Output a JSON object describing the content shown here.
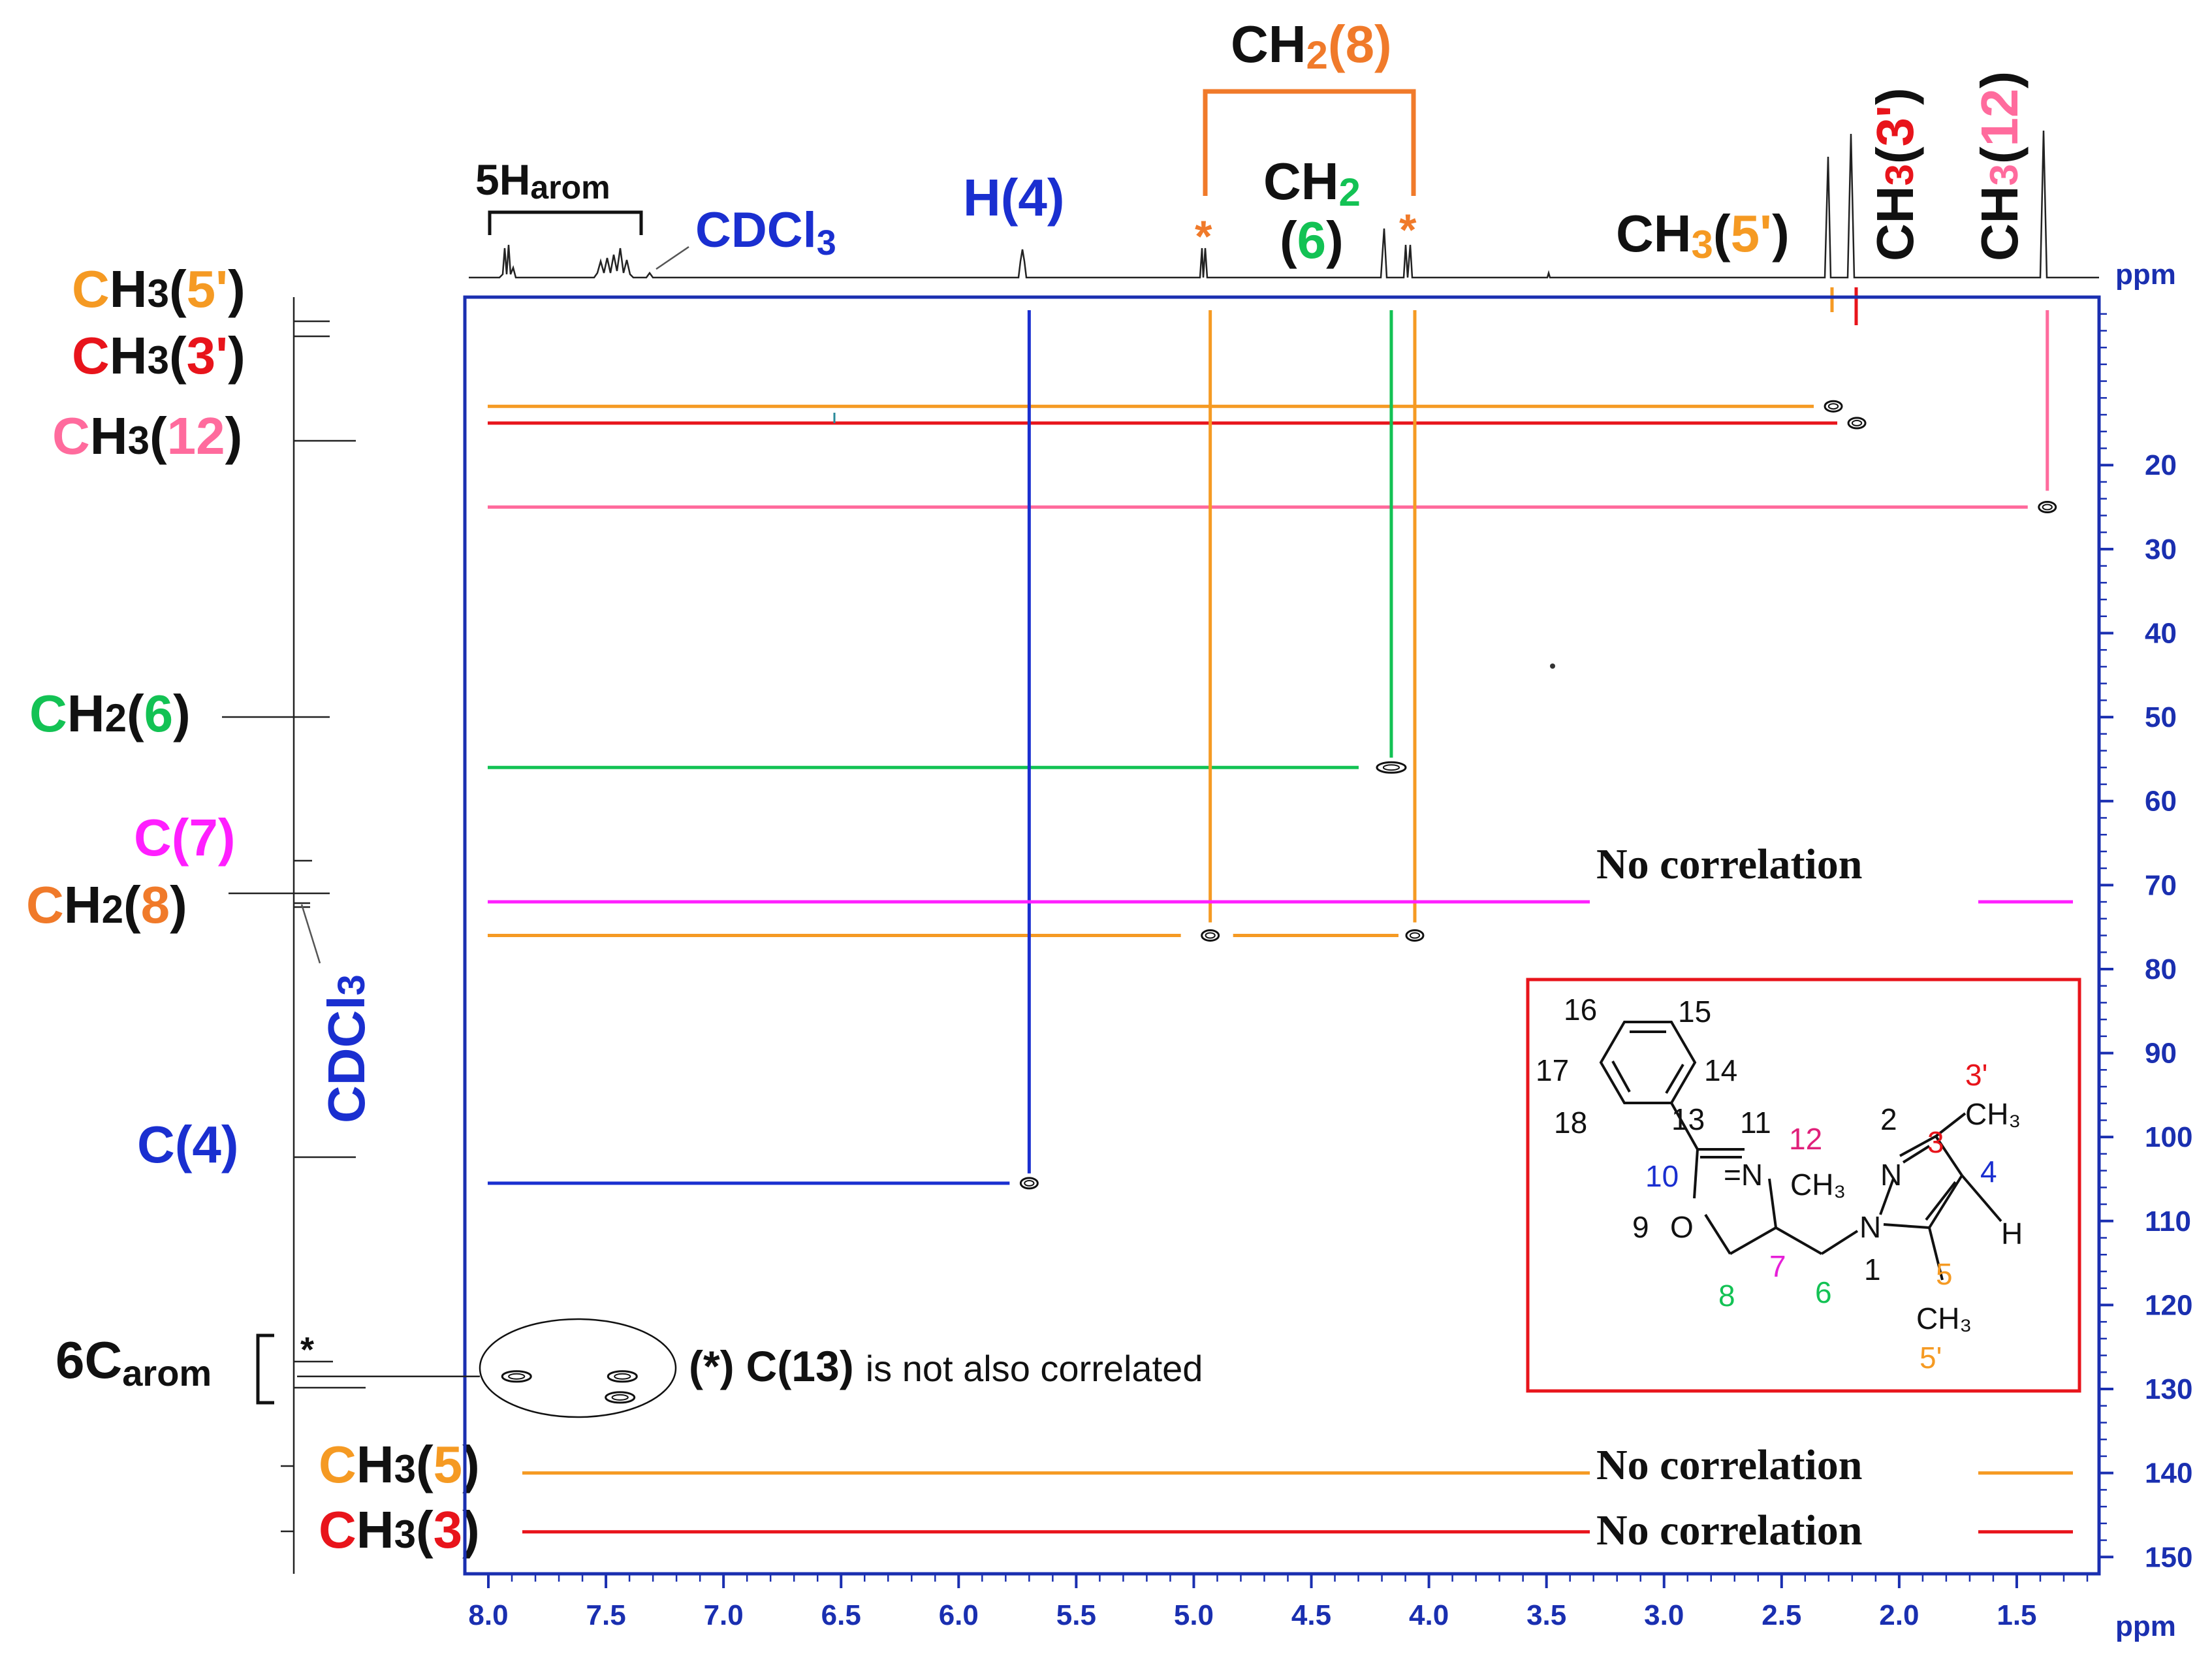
{
  "chart_data": {
    "type": "scatter",
    "x_unit": "ppm",
    "y_unit": "ppm",
    "xlim": [
      8.1,
      1.15
    ],
    "ylim": [
      0,
      152
    ],
    "x_ticks": [
      "8.0",
      "7.5",
      "7.0",
      "6.5",
      "6.0",
      "5.5",
      "5.0",
      "4.5",
      "4.0",
      "3.5",
      "3.0",
      "2.5",
      "2.0",
      "1.5"
    ],
    "y_ticks": [
      "20",
      "30",
      "40",
      "50",
      "60",
      "70",
      "80",
      "90",
      "100",
      "110",
      "120",
      "130",
      "140",
      "150"
    ],
    "top_labels": {
      "harom_main": "5H",
      "harom_sub": "arom",
      "cdcl3_h": "CDCl",
      "cdcl3_h_sub": "3",
      "h4": "H(4)",
      "ch2_8": "CH",
      "ch2_8_sub": "2",
      "ch2_8_num": "(8)",
      "ch2_6_line1": "CH",
      "ch2_6_sub": "2",
      "ch2_6_line2": "(6)",
      "ch3_5p": "CH",
      "ch3_5p_sub": "3",
      "ch3_5p_num": "(5')",
      "ch3_3p_vert": "CH₃(3')",
      "ch3_12_vert": "CH₃(12)",
      "star": "*"
    },
    "left_labels": {
      "ch3_5p": "CH₃(5')",
      "ch3_3p": "CH₃(3')",
      "ch3_12": "CH₃(12)",
      "ch2_6": "CH₂(6)",
      "c7": "C(7)",
      "ch2_8": "CH₂(8)",
      "cdcl3_c": "CDCl₃",
      "c4": "C(4)",
      "c_arom_main": "6C",
      "c_arom_sub": "arom",
      "ch3_5": "CH₃(5)",
      "ch3_3": "CH₃(3)",
      "star": "*"
    },
    "no_correlation": "No correlation",
    "note_star": "(*)",
    "note_bold": "C(13)",
    "note_rest": "is not also correlated",
    "correlations": [
      {
        "h": 2.28,
        "c": 13,
        "name": "CH3(5')",
        "color": "#f59a23"
      },
      {
        "h": 2.18,
        "c": 15,
        "name": "CH3(3')",
        "color": "#e8141b"
      },
      {
        "h": 1.37,
        "c": 25,
        "name": "CH3(12)",
        "color": "#ff6b9d"
      },
      {
        "h": 4.16,
        "c": 56,
        "name": "CH2(6)",
        "color": "#13c254"
      },
      {
        "h": 4.93,
        "c": 76,
        "name": "CH2(8)",
        "color": "#f59a23"
      },
      {
        "h": 4.06,
        "c": 76,
        "name": "CH2(8)",
        "color": "#f59a23"
      },
      {
        "h": 5.7,
        "c": 105.5,
        "name": "C(4)",
        "color": "#1a2fd0"
      },
      {
        "h": 7.88,
        "c": 128.5,
        "name": "Carom",
        "color": "#000000"
      },
      {
        "h": 7.43,
        "c": 128.5,
        "name": "Carom",
        "color": "#000000"
      },
      {
        "h": 7.44,
        "c": 131,
        "name": "Carom",
        "color": "#000000"
      }
    ],
    "no_correlation_rows": [
      {
        "c": 72,
        "name": "C(7)",
        "color": "#ff1fff"
      },
      {
        "c": 140,
        "name": "CH3(5)",
        "color": "#f59a23"
      },
      {
        "c": 147,
        "name": "CH3(3)",
        "color": "#e8141b"
      }
    ],
    "colors": {
      "orange": "#f59a23",
      "red": "#e8141b",
      "pink": "#ff6b9d",
      "green": "#13c254",
      "magenta": "#ff1fff",
      "blue": "#1a2fd0",
      "axis": "#1a2fb0",
      "box": "#e8141b"
    },
    "molecule": {
      "n16": "16",
      "n15": "15",
      "n17": "17",
      "n14": "14",
      "n18": "18",
      "n13": "13",
      "n11": "11",
      "n12": "12",
      "n2": "2",
      "n3": "3",
      "n3p": "3'",
      "ch3_top": "CH₃",
      "n10": "10",
      "n_eq": "=N",
      "ch3_mid": "CH₃",
      "n_left": "N",
      "n4": "4",
      "n9": "9",
      "o": "O",
      "n7": "7",
      "n_pyr": "N",
      "h": "H",
      "n1": "1",
      "n5": "5",
      "n8": "8",
      "n6": "6",
      "ch3_bot": "CH₃",
      "n5p": "5'"
    }
  }
}
